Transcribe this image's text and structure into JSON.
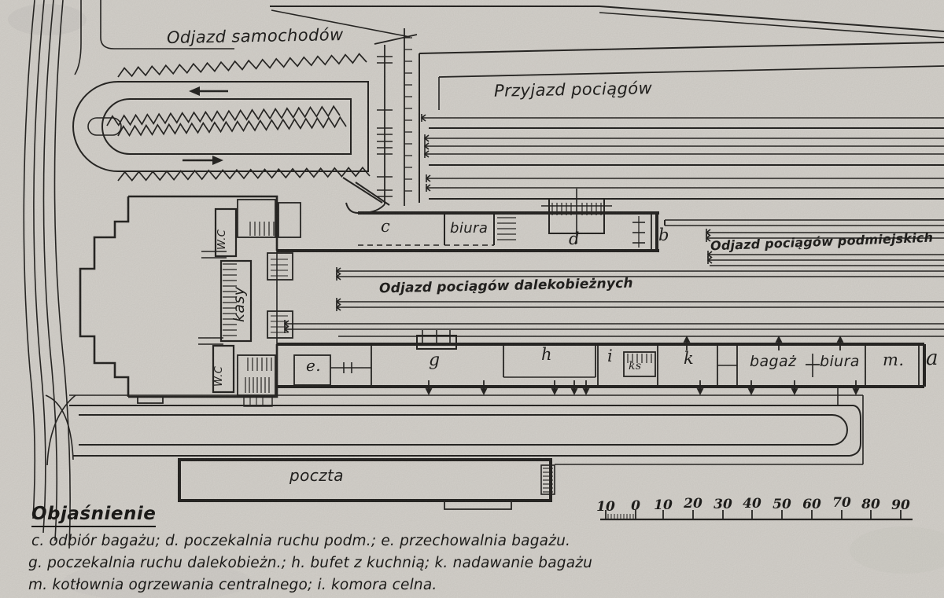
{
  "plan": {
    "labels": {
      "car_departure": "Odjazd samochodów",
      "train_arrival": "Przyjazd pociągów",
      "suburban_departure": "Odjazd pociągów podmiejskich",
      "long_distance_departure": "Odjazd pociągów dalekobieżnych",
      "post_office": "poczta",
      "ticket_hall": "kasy",
      "wc_upper": "W.C",
      "wc_lower": "W.C"
    },
    "rooms": {
      "c": "c",
      "upper_biura": "biura",
      "d": "d",
      "b": "b",
      "e": "e.",
      "g": "g",
      "h": "h",
      "i": "i",
      "ks": "ks",
      "k": "k",
      "bagaz": "bagaż",
      "lower_biura": "biura",
      "m": "m.",
      "a": "a"
    }
  },
  "scale_bar": {
    "ticks": [
      "10",
      "0",
      "10",
      "20",
      "30",
      "40",
      "50",
      "60",
      "70",
      "80",
      "90"
    ]
  },
  "legend": {
    "title": "Objaśnienie",
    "lines": [
      "c. odbiór bagażu; d. poczekalnia ruchu podm.; e. przechowalnia bagażu.",
      "g. poczekalnia ruchu dalekobieżn.; h. bufet z kuchnią; k. nadawanie bagażu",
      "m. kotłownia ogrzewania centralnego; i. komora celna."
    ]
  },
  "ink_color": "#1e1d1b",
  "paper_color": "#d8d5cf"
}
